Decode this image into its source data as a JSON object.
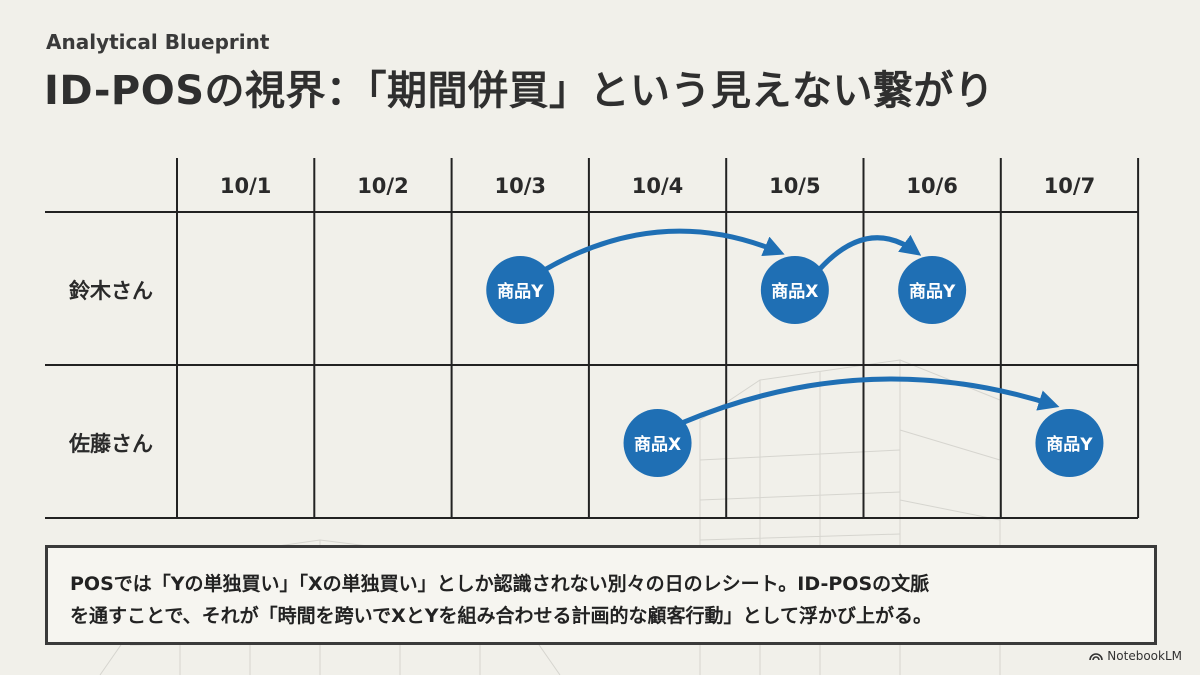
{
  "header": {
    "eyebrow": "Analytical Blueprint",
    "title": "ID-POSの視界：「期間併買」という見えない繋がり"
  },
  "timeline": {
    "dates": [
      "10/1",
      "10/2",
      "10/3",
      "10/4",
      "10/5",
      "10/6",
      "10/7"
    ],
    "customers": [
      {
        "name": "鈴木さん",
        "purchases": [
          {
            "date": "10/3",
            "label": "商品Y"
          },
          {
            "date": "10/5",
            "label": "商品X"
          },
          {
            "date": "10/6",
            "label": "商品Y"
          }
        ],
        "arrows": [
          {
            "from": "10/3",
            "to": "10/5"
          },
          {
            "from": "10/5",
            "to": "10/6"
          }
        ]
      },
      {
        "name": "佐藤さん",
        "purchases": [
          {
            "date": "10/4",
            "label": "商品X"
          },
          {
            "date": "10/7",
            "label": "商品Y"
          }
        ],
        "arrows": [
          {
            "from": "10/4",
            "to": "10/7"
          }
        ]
      }
    ],
    "colors": {
      "node": "#1f6fb4",
      "line": "#222222"
    }
  },
  "caption": {
    "line1": "POSでは「Yの単独買い」「Xの単独買い」としか認識されない別々の日のレシート。ID-POSの文脈",
    "line2": "を通すことで、それが「時間を跨いでXとYを組み合わせる計画的な顧客行動」として浮かび上がる。"
  },
  "footer": {
    "brand": "NotebookLM"
  }
}
